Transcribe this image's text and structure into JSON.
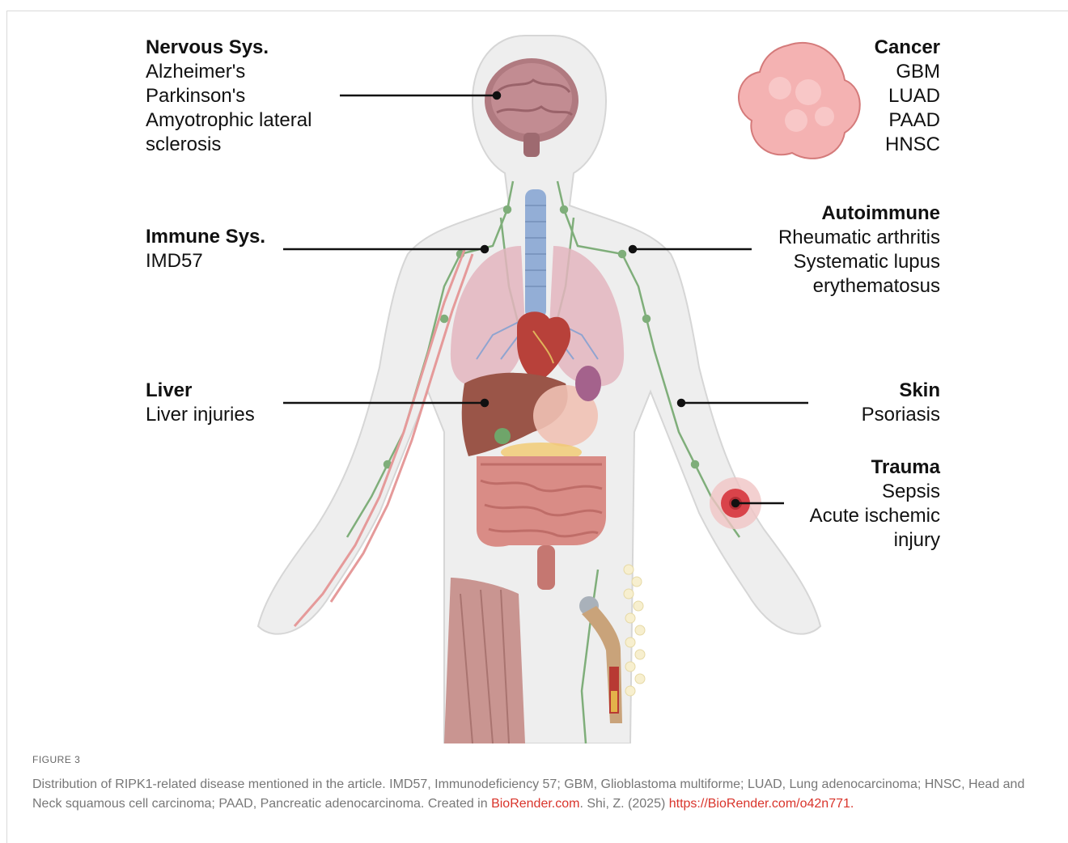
{
  "labels": {
    "nervous": {
      "title": "Nervous Sys.",
      "items": [
        "Alzheimer's",
        "Parkinson's",
        "Amyotrophic lateral",
        "sclerosis"
      ]
    },
    "immune": {
      "title": "Immune Sys.",
      "items": [
        "IMD57"
      ]
    },
    "liver": {
      "title": "Liver",
      "items": [
        "Liver injuries"
      ]
    },
    "cancer": {
      "title": "Cancer",
      "items": [
        "GBM",
        "LUAD",
        "PAAD",
        "HNSC"
      ]
    },
    "autoimmune": {
      "title": "Autoimmune",
      "items": [
        "Rheumatic arthritis",
        "Systematic lupus",
        "erythematosus"
      ]
    },
    "skin": {
      "title": "Skin",
      "items": [
        "Psoriasis"
      ]
    },
    "trauma": {
      "title": "Trauma",
      "items": [
        "Sepsis",
        "Acute ischemic",
        "injury"
      ]
    }
  },
  "caption": {
    "figure_number": "FIGURE 3",
    "text": "Distribution of RIPK1-related disease mentioned in the article. IMD57, Immunodeficiency 57; GBM, Glioblastoma multiforme; LUAD, Lung adenocarcinoma; HNSC, Head and Neck squamous cell carcinoma; PAAD, Pancreatic adenocarcinoma. Created in ",
    "link1": "BioRender.com",
    "text2": ". Shi, Z. (2025) ",
    "link2": "https://BioRender.com/o42n771.",
    "text3": ""
  },
  "colors": {
    "body_fill": "#eeeeee",
    "body_outline": "#d6d6d6",
    "brain": "#b07a80",
    "lung": "#e3b5be",
    "heart": "#b8413a",
    "liver": "#9a5548",
    "intestine": "#d98c86",
    "lymph": "#7fae7a",
    "trachea": "#93aed6",
    "tumor": "#f4b2b2",
    "wound": "#d9434a",
    "muscle": "#c99591",
    "bone": "#c9a37a",
    "text_link": "#d9342b"
  }
}
